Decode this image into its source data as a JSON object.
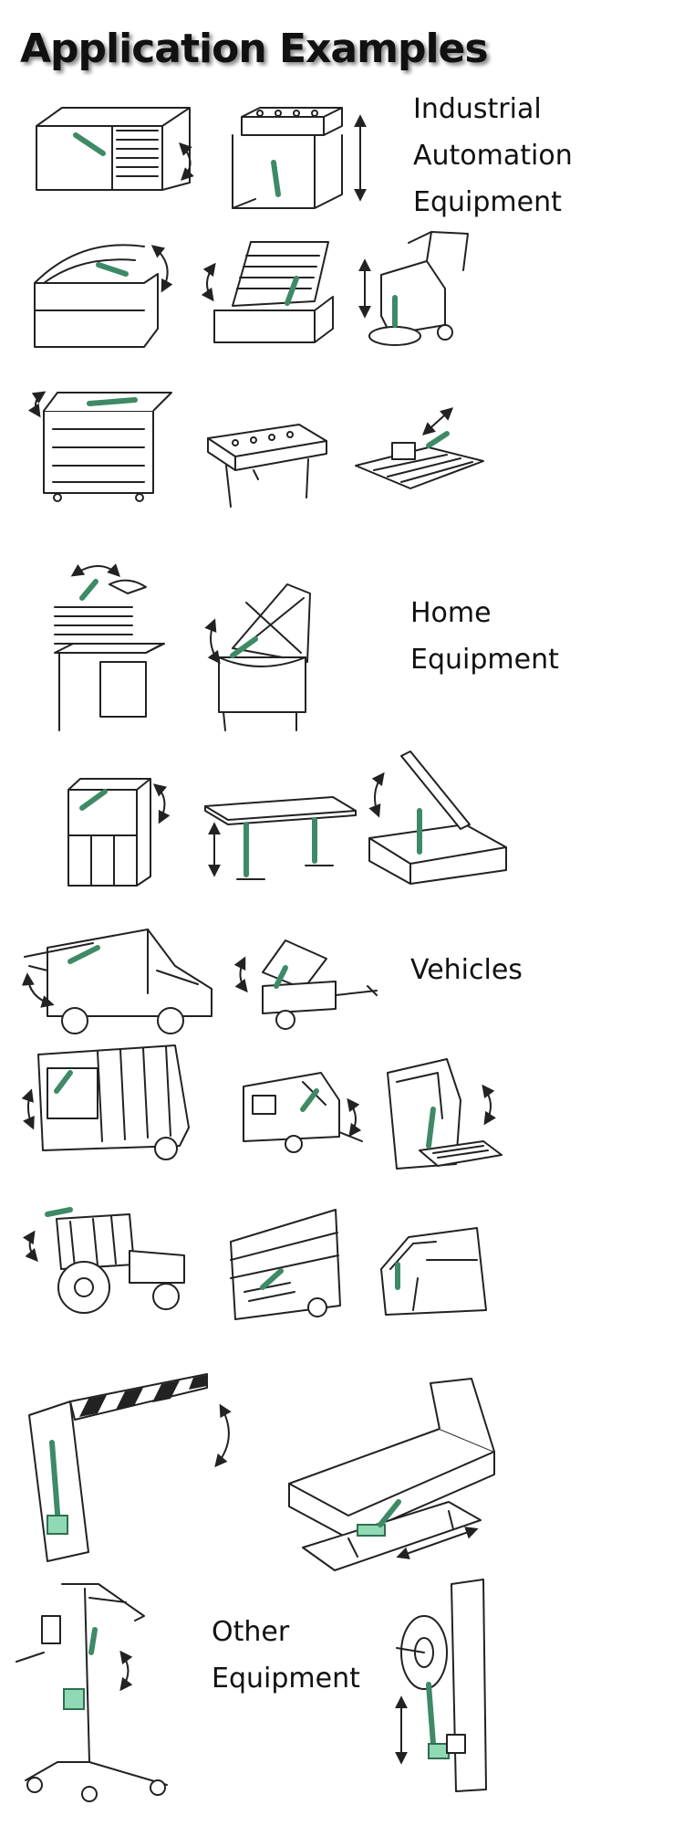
{
  "page": {
    "title": "Application Examples"
  },
  "sections": {
    "industrial": {
      "lines": [
        "Industrial",
        "Automation",
        "Equipment"
      ]
    },
    "home": {
      "lines": [
        "Home",
        "Equipment"
      ]
    },
    "vehicles": {
      "lines": [
        "Vehicles"
      ]
    },
    "other": {
      "lines": [
        "Other",
        "Equipment"
      ]
    }
  },
  "colors": {
    "actuator": "#7fd0a8",
    "line": "#222222",
    "background": "#ffffff"
  }
}
